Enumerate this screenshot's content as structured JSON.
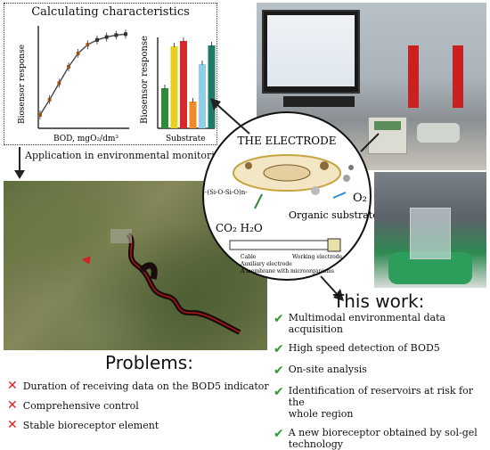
{
  "top_panel": {
    "title": "Calculating characteristics",
    "left_chart_ylabel": "Biosensor response",
    "left_chart_xlabel": "BOD, mgO₂/dm³",
    "right_chart_ylabel": "Biosensor response",
    "right_chart_xlabel": "Substrate"
  },
  "arrow_label": "Application in environmental monitoring",
  "electrode": {
    "title": "THE ELECTRODE",
    "co2": "CO₂ H₂O",
    "o2": "O₂",
    "organic": "Organic substrates",
    "silica": "-(Si-O-Si-O)n-",
    "cable": "Cable",
    "working": "Working electrode",
    "auxiliary": "Auxiliary electrode",
    "membrane": "A membrane with microorganisms"
  },
  "problems": {
    "title": "Problems:",
    "items": [
      {
        "icon": "red-x-icon",
        "text": "Duration of receiving data on the BOD5 indicator"
      },
      {
        "icon": "red-x-icon",
        "text": "Comprehensive control"
      },
      {
        "icon": "red-x-icon",
        "text": "Stable bioreceptor element"
      }
    ]
  },
  "this_work": {
    "title": "This work:",
    "items": [
      {
        "icon": "green-check-icon",
        "line1": "Multimodal environmental data acquisition",
        "line2": ""
      },
      {
        "icon": "green-check-icon",
        "line1": "High speed detection of BOD5",
        "line2": ""
      },
      {
        "icon": "green-check-icon",
        "line1": "On-site analysis",
        "line2": ""
      },
      {
        "icon": "green-check-icon",
        "line1": "Identification of reservoirs at risk for the",
        "line2": "whole region"
      },
      {
        "icon": "green-check-icon",
        "line1": "A new bioreceptor obtained by sol-gel",
        "line2": "technology"
      }
    ]
  },
  "chart_data": [
    {
      "type": "scatter",
      "title": "",
      "xlabel": "BOD, mgO₂/dm³",
      "ylabel": "Biosensor response",
      "x": [
        1,
        2,
        3,
        4,
        5,
        6,
        7,
        8,
        9,
        10
      ],
      "y": [
        0.12,
        0.28,
        0.45,
        0.62,
        0.76,
        0.85,
        0.9,
        0.93,
        0.95,
        0.96
      ],
      "fit": "saturation curve"
    },
    {
      "type": "bar",
      "title": "",
      "xlabel": "Substrate",
      "ylabel": "Biosensor response",
      "values": [
        0.45,
        0.92,
        0.98,
        0.3,
        0.72,
        0.93
      ],
      "colors": [
        "#2e8b3a",
        "#e8d020",
        "#d62828",
        "#f08a24",
        "#8fd0e8",
        "#1f7a6a"
      ]
    }
  ]
}
